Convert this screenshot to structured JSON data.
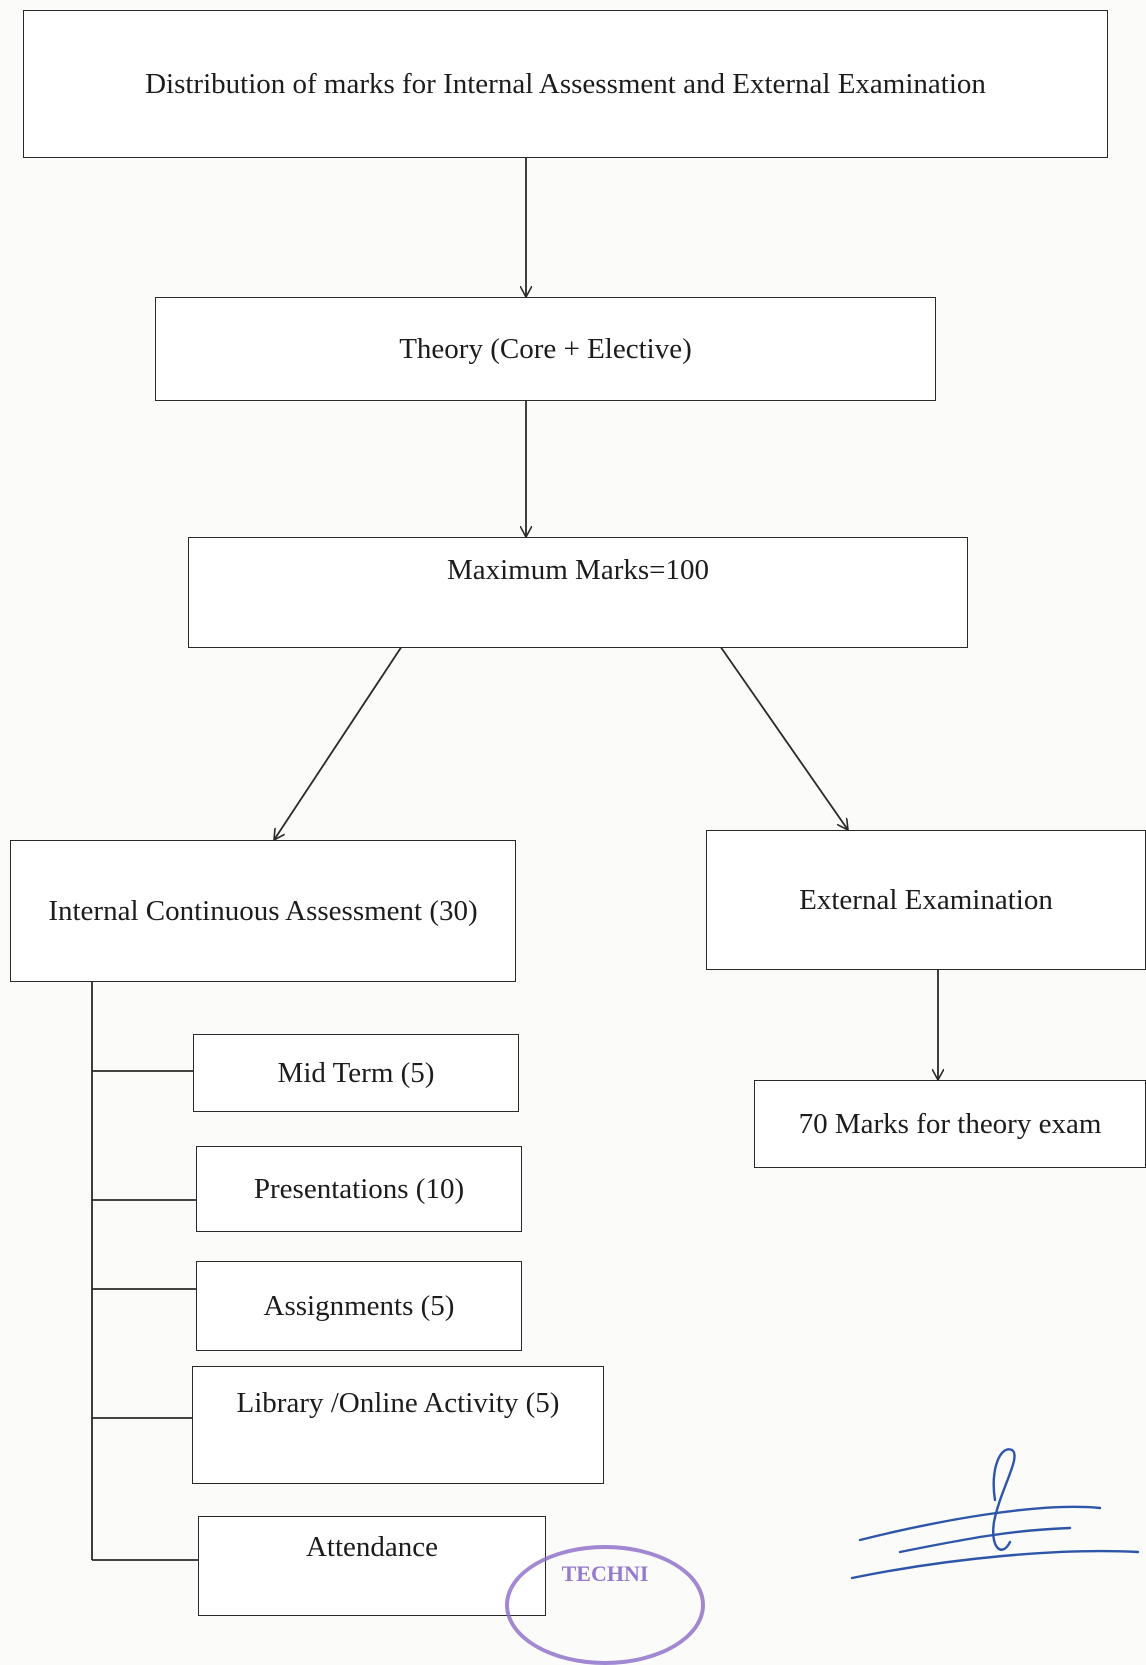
{
  "diagram": {
    "title": "Distribution of marks for Internal Assessment and External Examination",
    "theory": "Theory (Core + Elective)",
    "max_marks": "Maximum Marks=100",
    "internal": {
      "label": "Internal Continuous Assessment (30)",
      "components": [
        "Mid Term (5)",
        "Presentations (10)",
        "Assignments (5)",
        "Library /Online Activity (5)",
        "Attendance"
      ]
    },
    "external": {
      "label": "External Examination",
      "detail": "70 Marks for theory exam"
    }
  },
  "seal_text": "TECHNI",
  "colors": {
    "line": "#2a2a2a",
    "seal": "#7c5cc0",
    "signature": "#2d55a8"
  }
}
